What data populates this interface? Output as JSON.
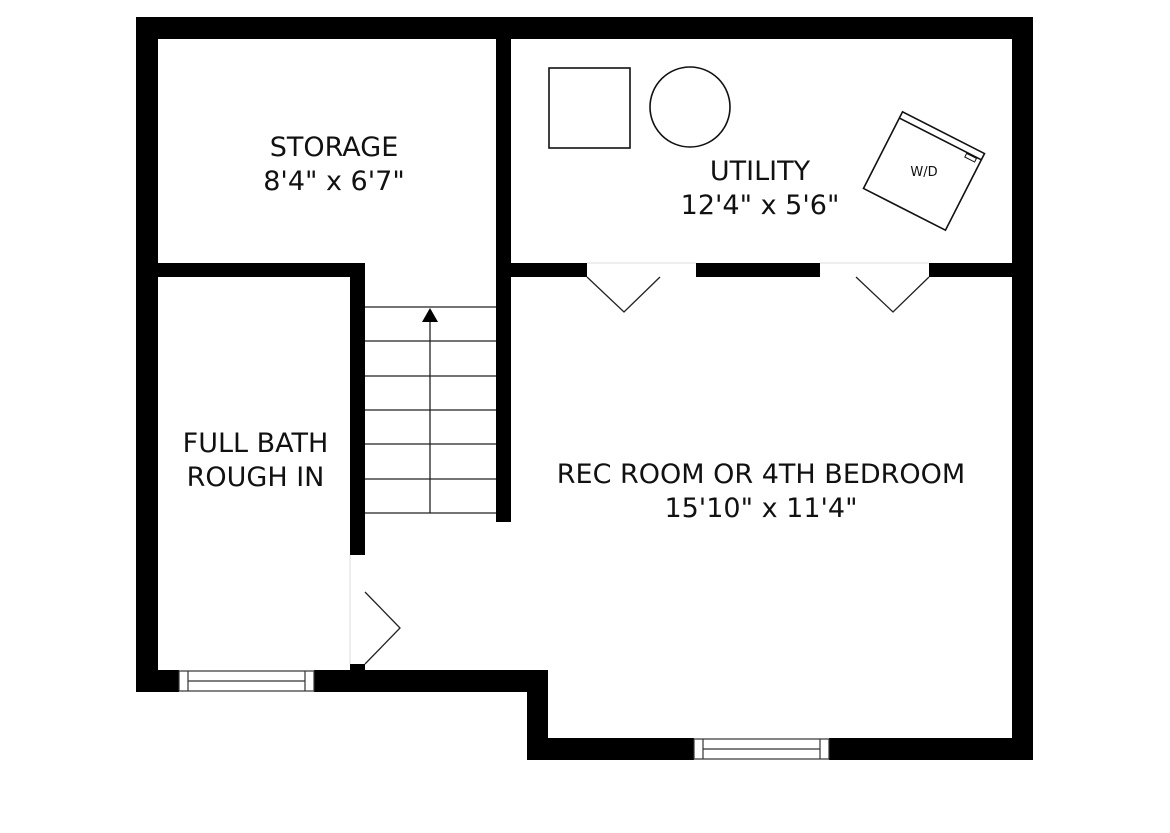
{
  "floor_plan": {
    "colors": {
      "wall": "#000000",
      "background": "#ffffff",
      "line": "#111111"
    },
    "rooms": [
      {
        "id": "storage",
        "name": "STORAGE",
        "dimensions": "8'4\" x 6'7\""
      },
      {
        "id": "utility",
        "name": "UTILITY",
        "dimensions": "12'4\" x 5'6\""
      },
      {
        "id": "full-bath",
        "name": "FULL BATH",
        "name_line2": "ROUGH IN"
      },
      {
        "id": "rec-room",
        "name": "REC ROOM OR 4TH BEDROOM",
        "dimensions": "15'10\" x 11'4\""
      }
    ],
    "fixtures": {
      "washer_dryer_label": "W/D",
      "water_heater": "circle-fixture",
      "furnace": "square-fixture"
    },
    "stairs": {
      "direction": "up",
      "treads": 6
    }
  }
}
